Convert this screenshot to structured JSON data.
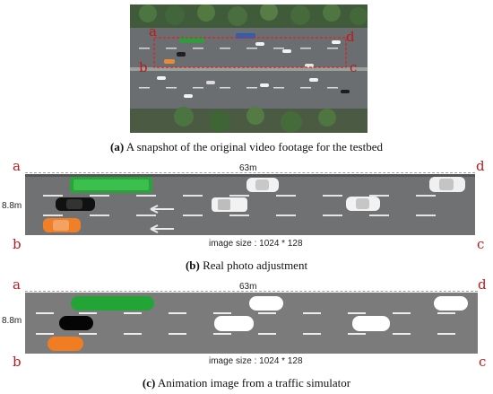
{
  "panel_a": {
    "corners": {
      "a": "a",
      "b": "b",
      "c": "c",
      "d": "d"
    },
    "caption_prefix": "(a)",
    "caption_text": " A snapshot of the original video footage for the testbed"
  },
  "panel_b": {
    "corners": {
      "a": "a",
      "b": "b",
      "c": "c",
      "d": "d"
    },
    "length_label": "63m",
    "width_label": "8.8m",
    "image_size": "image size : 1024 * 128",
    "caption_prefix": "(b)",
    "caption_text": " Real photo adjustment"
  },
  "panel_c": {
    "corners": {
      "a": "a",
      "b": "b",
      "c": "c",
      "d": "d"
    },
    "length_label": "63m",
    "width_label": "8.8m",
    "image_size": "image size : 1024 * 128",
    "caption_prefix": "(c)",
    "caption_text": " Animation image from a traffic simulator"
  },
  "colors": {
    "corner_label": "#c0171b",
    "road_asphalt": "#6d6d6d",
    "sim_road": "#7b7b7b",
    "bus_green": "#27a63a",
    "car_black": "#0a0a0a",
    "car_orange": "#f07d22",
    "car_white": "#ffffff"
  }
}
